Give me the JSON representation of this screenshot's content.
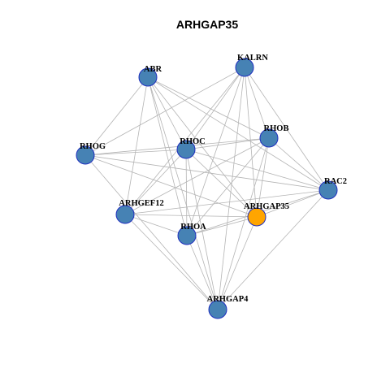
{
  "title": "ARHGAP35",
  "colors": {
    "node_fill": "#4682b4",
    "highlight_fill": "#ffa500",
    "node_border": "#1f2fbf",
    "edge": "#b4b4b4"
  },
  "graph": {
    "nodes": [
      {
        "id": "ABR",
        "label": "ABR",
        "highlight": false
      },
      {
        "id": "KALRN",
        "label": "KALRN",
        "highlight": false
      },
      {
        "id": "RHOB",
        "label": "RHOB",
        "highlight": false
      },
      {
        "id": "RHOC",
        "label": "RHOC",
        "highlight": false
      },
      {
        "id": "RHOG",
        "label": "RHOG",
        "highlight": false
      },
      {
        "id": "RAC2",
        "label": "RAC2",
        "highlight": false
      },
      {
        "id": "ARHGEF12",
        "label": "ARHGEF12",
        "highlight": false
      },
      {
        "id": "ARHGAP35",
        "label": "ARHGAP35",
        "highlight": true
      },
      {
        "id": "RHOA",
        "label": "RHOA",
        "highlight": false
      },
      {
        "id": "ARHGAP4",
        "label": "ARHGAP4",
        "highlight": false
      }
    ],
    "edges": [
      [
        "ABR",
        "RHOC"
      ],
      [
        "ABR",
        "RHOB"
      ],
      [
        "ABR",
        "RAC2"
      ],
      [
        "ABR",
        "ARHGAP35"
      ],
      [
        "ABR",
        "RHOA"
      ],
      [
        "ABR",
        "ARHGEF12"
      ],
      [
        "ABR",
        "RHOG"
      ],
      [
        "ABR",
        "ARHGAP4"
      ],
      [
        "KALRN",
        "RHOG"
      ],
      [
        "KALRN",
        "RHOC"
      ],
      [
        "KALRN",
        "RHOB"
      ],
      [
        "KALRN",
        "RAC2"
      ],
      [
        "KALRN",
        "ARHGEF12"
      ],
      [
        "KALRN",
        "RHOA"
      ],
      [
        "KALRN",
        "ARHGAP35"
      ],
      [
        "KALRN",
        "ARHGAP4"
      ],
      [
        "RHOG",
        "RHOC"
      ],
      [
        "RHOG",
        "RHOB"
      ],
      [
        "RHOG",
        "RAC2"
      ],
      [
        "RHOG",
        "ARHGAP35"
      ],
      [
        "RHOG",
        "ARHGAP4"
      ],
      [
        "RHOC",
        "RHOB"
      ],
      [
        "RHOC",
        "RAC2"
      ],
      [
        "RHOC",
        "ARHGEF12"
      ],
      [
        "RHOC",
        "RHOA"
      ],
      [
        "RHOC",
        "ARHGAP35"
      ],
      [
        "RHOC",
        "ARHGAP4"
      ],
      [
        "RHOB",
        "RAC2"
      ],
      [
        "RHOB",
        "ARHGEF12"
      ],
      [
        "RHOB",
        "RHOA"
      ],
      [
        "RHOB",
        "ARHGAP35"
      ],
      [
        "RHOB",
        "ARHGAP4"
      ],
      [
        "RAC2",
        "ARHGEF12"
      ],
      [
        "RAC2",
        "RHOA"
      ],
      [
        "RAC2",
        "ARHGAP35"
      ],
      [
        "RAC2",
        "ARHGAP4"
      ],
      [
        "ARHGEF12",
        "RHOA"
      ],
      [
        "ARHGEF12",
        "ARHGAP35"
      ],
      [
        "ARHGEF12",
        "ARHGAP4"
      ],
      [
        "RHOA",
        "ARHGAP35"
      ],
      [
        "RHOA",
        "ARHGAP4"
      ],
      [
        "ARHGAP35",
        "ARHGAP4"
      ]
    ]
  }
}
